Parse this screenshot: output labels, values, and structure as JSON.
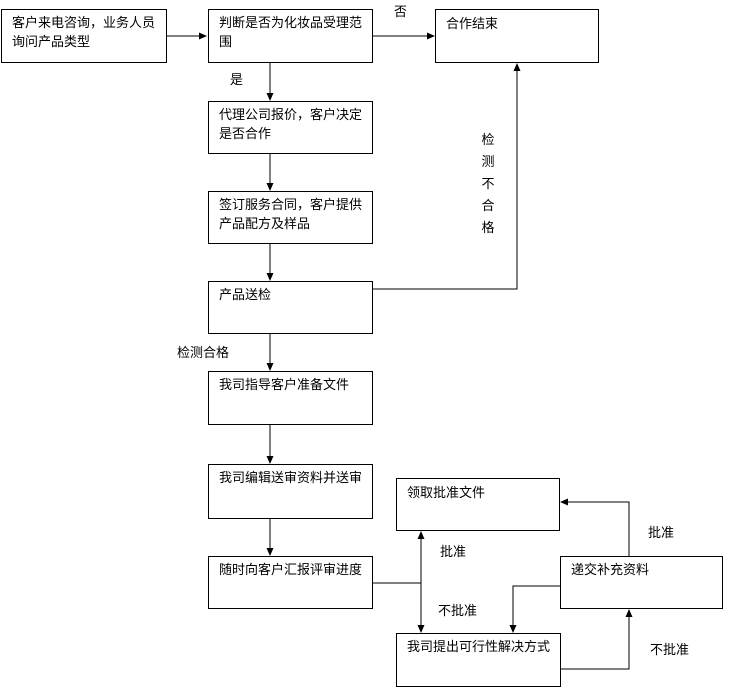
{
  "nodes": {
    "n1": "客户来电咨询，业务人员询问产品类型",
    "n2": "判断是否为化妆品受理范围",
    "n3": "合作结束",
    "n4": "代理公司报价，客户决定是否合作",
    "n5": "签订服务合同，客户提供产品配方及样品",
    "n6": "产品送检",
    "n7": "我司指导客户准备文件",
    "n8": "我司编辑送审资料并送审",
    "n9": "随时向客户汇报评审进度",
    "n10": "领取批准文件",
    "n11": "递交补充资料",
    "n12": "我司提出可行性解决方式"
  },
  "labels": {
    "no": "否",
    "yes": "是",
    "test_fail": "检测不合格",
    "test_pass": "检测合格",
    "approve_a": "批准",
    "reject_a": "不批准",
    "approve_b": "批准",
    "reject_b": "不批准"
  }
}
